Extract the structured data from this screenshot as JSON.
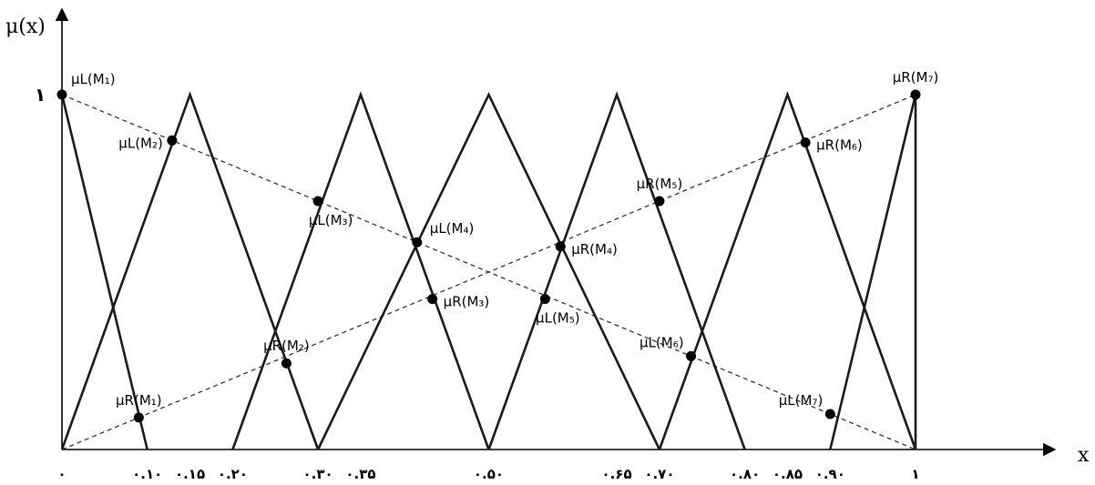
{
  "axes": {
    "y_label": "μ(x)",
    "x_label": "x",
    "y_one_label": "۱"
  },
  "ticks": [
    {
      "x": 0,
      "label": "۰"
    },
    {
      "x": 0.1,
      "label": "۰.۱۰"
    },
    {
      "x": 0.15,
      "label": "۰.۱۵"
    },
    {
      "x": 0.2,
      "label": "۰.۲۰"
    },
    {
      "x": 0.3,
      "label": "۰.۳۰"
    },
    {
      "x": 0.35,
      "label": "۰.۳۵"
    },
    {
      "x": 0.5,
      "label": "۰.۵۰"
    },
    {
      "x": 0.65,
      "label": "۰.۶۵"
    },
    {
      "x": 0.7,
      "label": "۰.۷۰"
    },
    {
      "x": 0.8,
      "label": "۰.۸۰"
    },
    {
      "x": 0.85,
      "label": "۰.۸۵"
    },
    {
      "x": 0.9,
      "label": "۰.۹۰"
    },
    {
      "x": 1,
      "label": "۱"
    }
  ],
  "triangles": [
    {
      "id": "M1",
      "points": [
        [
          0,
          1
        ],
        [
          0.1,
          0
        ]
      ]
    },
    {
      "id": "M2",
      "points": [
        [
          0,
          0
        ],
        [
          0.15,
          1
        ],
        [
          0.3,
          0
        ]
      ]
    },
    {
      "id": "M3",
      "points": [
        [
          0.2,
          0
        ],
        [
          0.35,
          1
        ],
        [
          0.5,
          0
        ]
      ]
    },
    {
      "id": "M4",
      "points": [
        [
          0.3,
          0
        ],
        [
          0.5,
          1
        ],
        [
          0.7,
          0
        ]
      ]
    },
    {
      "id": "M5",
      "points": [
        [
          0.5,
          0
        ],
        [
          0.65,
          1
        ],
        [
          0.8,
          0
        ]
      ]
    },
    {
      "id": "M6",
      "points": [
        [
          0.7,
          0
        ],
        [
          0.85,
          1
        ],
        [
          1,
          0
        ]
      ]
    },
    {
      "id": "M7",
      "points": [
        [
          0.9,
          0
        ],
        [
          1,
          1
        ],
        [
          1,
          0
        ]
      ]
    }
  ],
  "dashed_lines": [
    {
      "id": "mu-L-line",
      "from": [
        0,
        1
      ],
      "to": [
        1,
        0
      ]
    },
    {
      "id": "mu-R-line",
      "from": [
        0,
        0
      ],
      "to": [
        1,
        1
      ]
    }
  ],
  "points": [
    {
      "id": "muL-M1",
      "x": 0,
      "y": 1,
      "text": "μL(M₁)",
      "side": "above-right"
    },
    {
      "id": "muL-M2",
      "x": 0.129,
      "y": 0.871,
      "text": "μL(M₂)",
      "side": "left"
    },
    {
      "id": "muL-M3",
      "x": 0.3,
      "y": 0.7,
      "text": "μL(M₃)",
      "side": "below"
    },
    {
      "id": "muL-M4",
      "x": 0.416,
      "y": 0.584,
      "text": "μL(M₄)",
      "side": "right-up"
    },
    {
      "id": "muL-M5",
      "x": 0.566,
      "y": 0.424,
      "text": "μL(M₅)",
      "side": "below"
    },
    {
      "id": "muL-M6",
      "x": 0.737,
      "y": 0.263,
      "text": "μL(M₆)",
      "side": "above-left"
    },
    {
      "id": "muL-M7",
      "x": 0.9,
      "y": 0.1,
      "text": "μL(M₇)",
      "side": "above-left"
    },
    {
      "id": "muR-M1",
      "x": 0.09,
      "y": 0.09,
      "text": "μR(M₁)",
      "side": "above"
    },
    {
      "id": "muR-M2",
      "x": 0.263,
      "y": 0.243,
      "text": "μR(M₂)",
      "side": "above"
    },
    {
      "id": "muR-M3",
      "x": 0.434,
      "y": 0.424,
      "text": "μR(M₃)",
      "side": "right"
    },
    {
      "id": "muR-M4",
      "x": 0.584,
      "y": 0.572,
      "text": "μR(M₄)",
      "side": "right"
    },
    {
      "id": "muR-M5",
      "x": 0.7,
      "y": 0.7,
      "text": "μR(M₅)",
      "side": "above"
    },
    {
      "id": "muR-M6",
      "x": 0.871,
      "y": 0.865,
      "text": "μR(M₆)",
      "side": "right"
    },
    {
      "id": "muR-M7",
      "x": 1,
      "y": 1,
      "text": "μR(M₇)",
      "side": "above"
    }
  ]
}
